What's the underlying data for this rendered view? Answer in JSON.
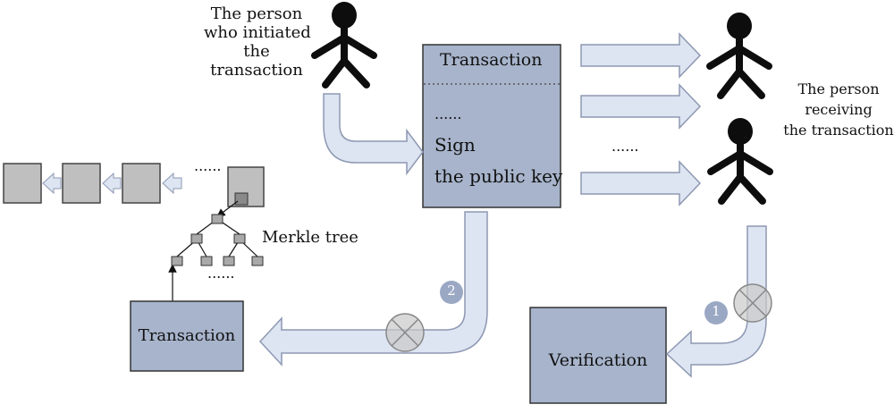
{
  "diagram": {
    "sender_label": [
      "The person",
      "who initiated",
      "the",
      "transaction"
    ],
    "receiver_label": [
      "The person",
      "receiving",
      "the transaction"
    ],
    "transaction_box": {
      "title": "Transaction",
      "dots": "......",
      "sign": "Sign",
      "public_key": "the public key"
    },
    "receiver_dots": "......",
    "chain_dots": "......",
    "merkle_label": "Merkle tree",
    "merkle_dots": "......",
    "lower_transaction_label": "Transaction",
    "verification_label": "Verification",
    "step_1": "1",
    "step_2": "2"
  },
  "colors": {
    "box_fill": "#a7b4cb",
    "arrow_fill": "#dde4f2",
    "arrow_stroke": "#8d98b2",
    "block_fill": "#bfbfbf",
    "figure": "#0d0d0d",
    "badge": "#9aa8c4"
  }
}
